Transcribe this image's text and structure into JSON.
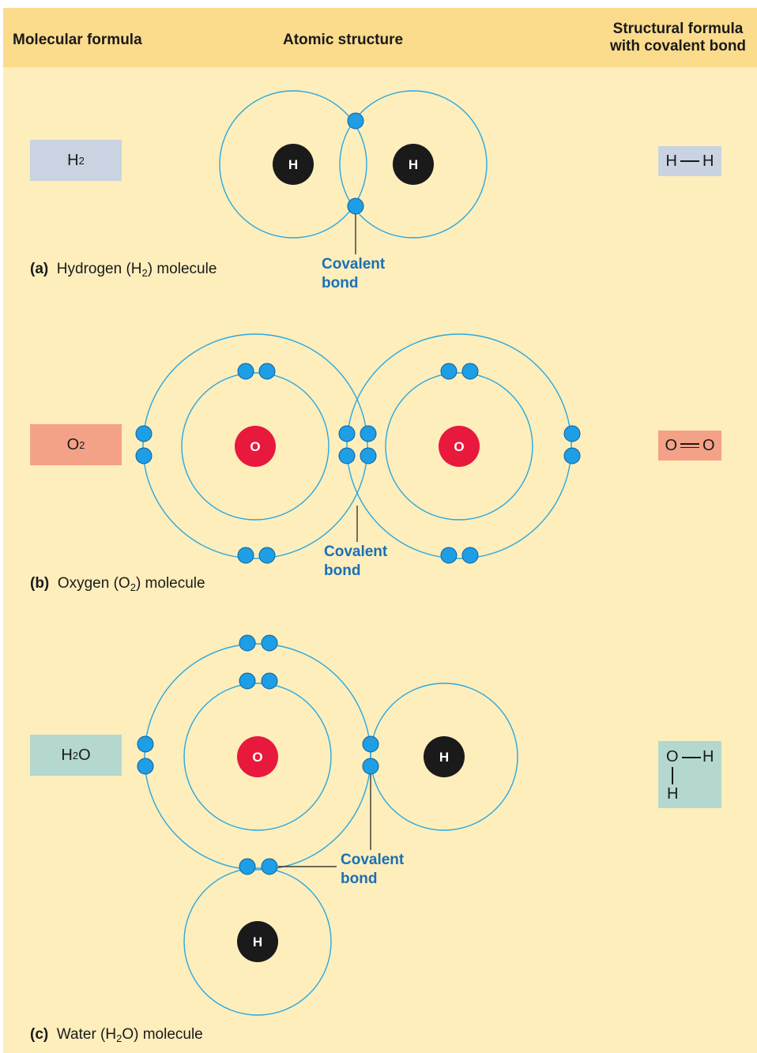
{
  "header": {
    "col1": "Molecular formula",
    "col2": "Atomic structure",
    "col3_line1": "Structural formula",
    "col3_line2": "with covalent bond"
  },
  "rows": [
    {
      "formula_main": "H",
      "formula_sub": "2",
      "formula_tail": "",
      "formula_color": "#c9d3e1",
      "caption_letter": "(a)",
      "caption_pre": "Hydrogen (H",
      "caption_sub": "2",
      "caption_post": ") molecule",
      "struct_color": "#c9d3e1",
      "struct_a": "H",
      "struct_b": "H",
      "atoms": [
        "H",
        "H"
      ],
      "bond_line1": "Covalent",
      "bond_line2": "bond"
    },
    {
      "formula_main": "O",
      "formula_sub": "2",
      "formula_tail": "",
      "formula_color": "#f4a287",
      "caption_letter": "(b)",
      "caption_pre": "Oxygen (O",
      "caption_sub": "2",
      "caption_post": ") molecule",
      "struct_color": "#f4a287",
      "struct_a": "O",
      "struct_b": "O",
      "atoms": [
        "O",
        "O"
      ],
      "bond_line1": "Covalent",
      "bond_line2": "bond"
    },
    {
      "formula_main": "H",
      "formula_sub": "2",
      "formula_tail": "O",
      "formula_color": "#b4d8cf",
      "caption_letter": "(c)",
      "caption_pre": "Water (H",
      "caption_sub": "2",
      "caption_post": "O) molecule",
      "struct_color": "#b4d8cf",
      "struct_a": "O",
      "struct_b": "H",
      "struct_c": "H",
      "atoms": [
        "O",
        "H",
        "H"
      ],
      "bond_line1": "Covalent",
      "bond_line2": "bond"
    }
  ],
  "colors": {
    "header_bg": "#fbdb8c",
    "panel_bg": "#fdeebc",
    "orbit": "#29a8e0",
    "electron": "#1e9ee4",
    "oxygen_nucleus": "#e8193c",
    "hydrogen_nucleus": "#1a1a1a",
    "bond_label": "#1a6fb5"
  }
}
